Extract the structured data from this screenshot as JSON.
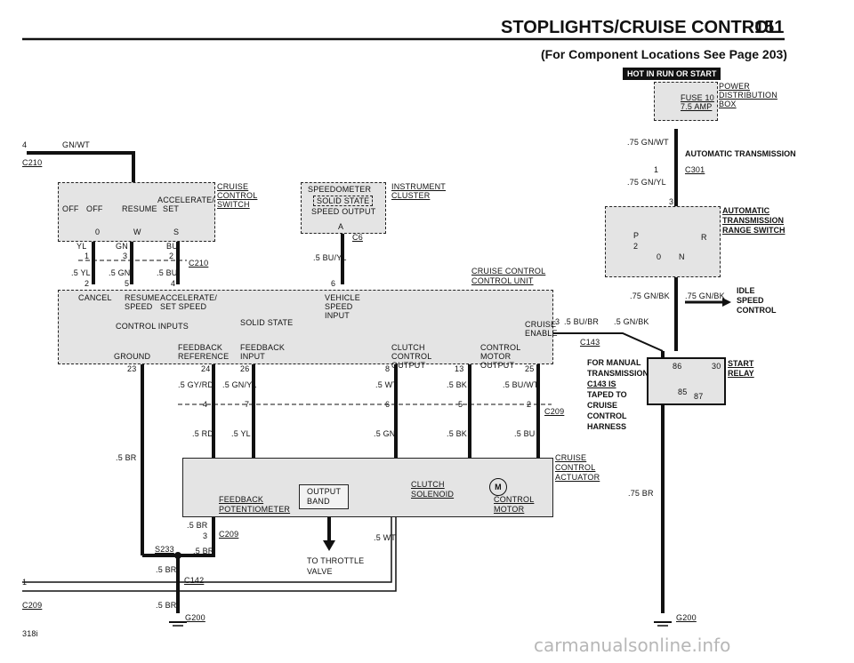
{
  "header": {
    "title": "STOPLIGHTS/CRUISE CONTROL",
    "page_number": "151",
    "subtitle": "(For Component Locations See Page 203)",
    "hot_label": "HOT IN RUN OR START"
  },
  "left": {
    "wire_top": "GN/WT",
    "pin_4": "4",
    "conn_c210": "C210",
    "conn_c209": "C209",
    "pin_1": "1",
    "model_code": "318i"
  },
  "switch": {
    "name": "CRUISE CONTROL SWITCH",
    "positions": [
      "OFF",
      "OFF",
      "RESUME",
      "SET",
      "ACCELERATE/"
    ],
    "terminals": [
      "0",
      "W",
      "S"
    ],
    "wires_top": [
      "YL",
      "GN",
      "BU"
    ],
    "pins_top": [
      "1",
      "3",
      "2"
    ],
    "conn": "C210",
    "wires_bottom": [
      ".5 YL",
      ".5 GN",
      ".5 BU"
    ],
    "pins_bottom": [
      "2",
      "5",
      "4"
    ]
  },
  "cluster": {
    "speedometer": "SPEEDOMETER",
    "solid_state": "SOLID STATE",
    "speed_output": "SPEED OUTPUT",
    "name": "INSTRUMENT CLUSTER",
    "pin_a": "A",
    "conn": "C6",
    "wire": ".5 BU/YL",
    "pin_6": "6"
  },
  "control_unit": {
    "name": "CRUISE CONTROL CONTROL UNIT",
    "inputs_top": [
      "CANCEL",
      "RESUME SPEED",
      "ACCELERATE/ SET SPEED",
      "VEHICLE SPEED INPUT"
    ],
    "control_inputs": "CONTROL INPUTS",
    "solid_state": "SOLID STATE",
    "cruise_enable": "CRUISE ENABLE",
    "bottom_labels": [
      "GROUND",
      "FEEDBACK REFERENCE",
      "FEEDBACK INPUT",
      "CLUTCH CONTROL OUTPUT",
      "CONTROL MOTOR OUTPUT"
    ],
    "pins": [
      "23",
      "24",
      "26",
      "8",
      "13",
      "25",
      "3"
    ]
  },
  "harness": {
    "wires_upper": [
      ".5 GY/RD",
      ".5 GN/YL",
      ".5 WT",
      ".5 BK",
      ".5 BU/WT"
    ],
    "pins": [
      "4",
      "7",
      "6",
      "5",
      "2"
    ],
    "conn": "C209",
    "wires_lower": [
      ".5 RD",
      ".5 YL",
      ".5 GN",
      ".5 BK",
      ".5 BU"
    ],
    "note": "FOR MANUAL TRANSMISSION C143 IS TAPED TO CRUISE CONTROL HARNESS",
    "note_lines": [
      "FOR MANUAL",
      "TRANSMISSION",
      "C143 IS",
      "TAPED TO",
      "CRUISE",
      "CONTROL",
      "HARNESS"
    ]
  },
  "actuator": {
    "name": "CRUISE CONTROL ACTUATOR",
    "name_lines": [
      "CRUISE",
      "CONTROL",
      "ACTUATOR"
    ],
    "feedback_pot": [
      "FEEDBACK",
      "POTENTIOMETER"
    ],
    "output_band": [
      "OUTPUT",
      "BAND"
    ],
    "clutch_solenoid": [
      "CLUTCH",
      "SOLENOID"
    ],
    "control_motor": [
      "CONTROL",
      "MOTOR"
    ],
    "motor_symbol": "M",
    "throttle": [
      "TO THROTTLE",
      "VALVE"
    ],
    "wire_wt": ".5 WT"
  },
  "ground_left": {
    "wire_br": ".5 BR",
    "pin_3": "3",
    "conn_c209": "C209",
    "splice": "S233",
    "wire_br_splice": ".5 BR",
    "conn_c142": "C142",
    "ground": "G200"
  },
  "right": {
    "fuse": "FUSE 10",
    "fuse_amp": "7.5 AMP",
    "power_box": [
      "POWER",
      "DISTRIBUTION",
      "BOX"
    ],
    "wire_gnwt": ".75 GN/WT",
    "auto_trans": "AUTOMATIC TRANSMISSION",
    "pin_1": "1",
    "conn_c301": "C301",
    "wire_gnyl": ".75 GN/YL",
    "pin_3": "3",
    "range_switch": [
      "AUTOMATIC",
      "TRANSMISSION",
      "RANGE SWITCH"
    ],
    "range_positions": [
      "P",
      "R",
      "2",
      "N",
      "0"
    ],
    "wire_gnbk": ".75 GN/BK",
    "wire_gnbk2": ".75 GN/BK",
    "idle": [
      "IDLE",
      "SPEED",
      "CONTROL"
    ],
    "wire_bubr": ".5 BU/BR",
    "wire_gnbk_small": ".5 GN/BK",
    "conn_c143": "C143",
    "relay": [
      "START",
      "RELAY"
    ],
    "relay_pins": [
      "86",
      "30",
      "85",
      "87"
    ],
    "wire_br": ".75 BR",
    "ground": "G200"
  },
  "watermark": "carmanualsonline.info"
}
